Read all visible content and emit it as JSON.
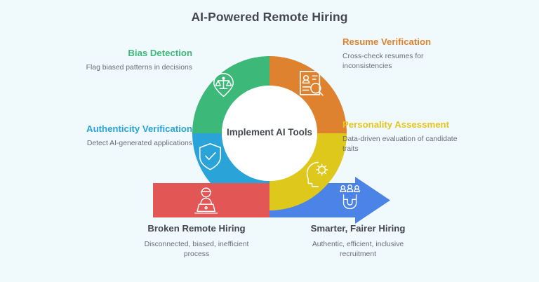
{
  "header": {
    "title": "AI-Powered Remote Hiring"
  },
  "center": {
    "label": "Implement AI Tools"
  },
  "colors": {
    "background": "#f0f9fc",
    "green": "#3cb878",
    "orange": "#df8230",
    "yellow": "#dfc81c",
    "cyan_blue": "#29a3d8",
    "red": "#e25755",
    "arrow_blue": "#4b84e6",
    "title_text": "#44474d",
    "body_text": "#6a6f78"
  },
  "chart_data": {
    "type": "pie",
    "title": "AI-Powered Remote Hiring",
    "center_label": "Implement AI Tools",
    "categories": [
      "Bias Detection",
      "Resume Verification",
      "Personality Assessment",
      "Authenticity Verification"
    ],
    "values": [
      25,
      25,
      25,
      25
    ],
    "legend": "inline-callouts",
    "grid": false
  },
  "segments": [
    {
      "id": "bias-detection",
      "title": "Bias Detection",
      "description": "Flag biased patterns in decisions",
      "color": "#3cb878",
      "icon": "scales-of-justice-icon",
      "position": "top-left",
      "share": 25
    },
    {
      "id": "resume-verification",
      "title": "Resume Verification",
      "description": "Cross-check resumes for inconsistencies",
      "color": "#df8230",
      "icon": "document-search-icon",
      "position": "top-right",
      "share": 25
    },
    {
      "id": "personality-assessment",
      "title": "Personality Assessment",
      "description": "Data-driven evaluation of candidate traits",
      "color": "#dfc81c",
      "icon": "head-gear-icon",
      "position": "bottom-right",
      "share": 25
    },
    {
      "id": "authenticity-verification",
      "title": "Authenticity Verification",
      "description": "Detect AI-generated applications",
      "color": "#29a3d8",
      "icon": "shield-check-icon",
      "position": "bottom-left",
      "share": 25
    }
  ],
  "arrow": {
    "from": {
      "id": "broken-remote-hiring",
      "title": "Broken Remote Hiring",
      "description": "Disconnected, biased, inefficient process",
      "color": "#e25755",
      "icon": "person-at-laptop-icon"
    },
    "to": {
      "id": "smarter-fairer-hiring",
      "title": "Smarter, Fairer Hiring",
      "description": "Authentic, efficient, inclusive recruitment",
      "color": "#4b84e6",
      "icon": "magnet-talent-icon"
    }
  }
}
